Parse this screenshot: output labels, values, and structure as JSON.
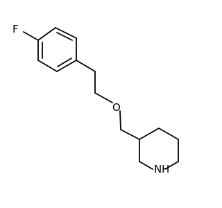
{
  "molecule": {
    "atoms": {
      "fluorine": "F",
      "oxygen": "O",
      "nitrogen": "N",
      "nitrogen_hydrogen": "H"
    },
    "colors": {
      "bond": "#000000",
      "label": "#000000",
      "background": "#ffffff"
    }
  }
}
